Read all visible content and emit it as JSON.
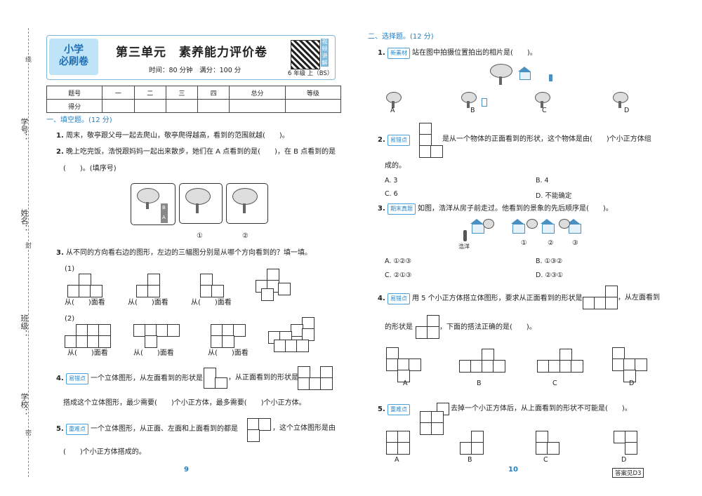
{
  "side": {
    "xuehao": "学号：",
    "xingming": "姓名：",
    "banji": "班级：",
    "xuexiao": "学校：",
    "mark1": "线",
    "mark2": "封",
    "mark3": "密"
  },
  "header": {
    "logo_line1": "小学",
    "logo_line2": "必刷卷",
    "title": "第三单元　素养能力评价卷",
    "subtitle": "时间：80 分钟　满分：100 分",
    "grade": "6 年级 上（BS）",
    "qr_tag": "视频讲解"
  },
  "score_table": {
    "row1": [
      "题号",
      "一",
      "二",
      "三",
      "四",
      "总分",
      "等级"
    ],
    "row2_label": "得分"
  },
  "section1": {
    "title": "一、填空题。(12 分)"
  },
  "q1": {
    "num": "1.",
    "text": "周末，敬亭跟父母一起去爬山，敬亭爬得越高，看到的范围就越(　　)。"
  },
  "q2": {
    "num": "2.",
    "line1": "晚上吃完饭，浩悦跟妈妈一起出来散步，她们在 A 点看到的是(　　)，在 B 点看到的是",
    "line2": "(　　)。(填序号)",
    "label1": "①",
    "label2": "②",
    "labelB": "B",
    "labelA": "A"
  },
  "q3": {
    "num": "3.",
    "text": "从不同的方向看右边的图形，左边的三幅图分别是从哪个方向看到的？填一填。",
    "part1": "(1)",
    "part2": "(2)",
    "cap": "从(　　)面看"
  },
  "q4": {
    "num": "4.",
    "tag": "易错点",
    "text1": "一个立体图形，从左面看到的形状是",
    "text2": "，从正面看到的形状是",
    "line2": "搭成这个立体图形，最少需要(　　)个小正方体，最多需要(　　)个小正方体。"
  },
  "q5": {
    "num": "5.",
    "tag": "重难点",
    "text1": "一个立体图形，从正面、左面和上面看到的都是",
    "text2": "，这个立体图形是由",
    "line2": "(　　)个小正方体搭成的。"
  },
  "page_left": "9",
  "section2": {
    "title": "二、选择题。(12 分)"
  },
  "c1": {
    "num": "1.",
    "tag": "新素材",
    "text": "站在图中拍摄位置拍出的相片是(　　)。",
    "opts": [
      "A",
      "B",
      "C",
      "D"
    ]
  },
  "c2": {
    "num": "2.",
    "tag": "易错点",
    "text1": "是从一个物体的正面看到的形状，这个物体是由(　　)个小正方体组",
    "line2": "成的。",
    "a": "A. 3",
    "b": "B. 4",
    "c": "C. 6",
    "d": "D. 不能确定"
  },
  "c3": {
    "num": "3.",
    "tag": "期末真题",
    "text": "如图，浩洋从房子前走过。他看到的景象的先后顺序是(　　)。",
    "name": "浩洋",
    "m1": "①",
    "m2": "②",
    "m3": "③",
    "a": "A. ①②③",
    "b": "B. ①③②",
    "c": "C. ②①③",
    "d": "D. ②③①"
  },
  "c4": {
    "num": "4.",
    "tag": "易错点",
    "text1": "用 5 个小正方体搭立体图形，要求从正面看到的形状是",
    "text2": "，从左面看到",
    "line2a": "的形状是",
    "line2b": "，下面的搭法正确的是(　　)。",
    "opts": [
      "A",
      "B",
      "C",
      "D"
    ]
  },
  "c5": {
    "num": "5.",
    "tag": "重难点",
    "text": "去掉一个小正方体后，从上面看到的形状不可能是(　　)。",
    "opts": [
      "A",
      "B",
      "C",
      "D"
    ]
  },
  "page_right": "10",
  "answer": "答案见D3"
}
